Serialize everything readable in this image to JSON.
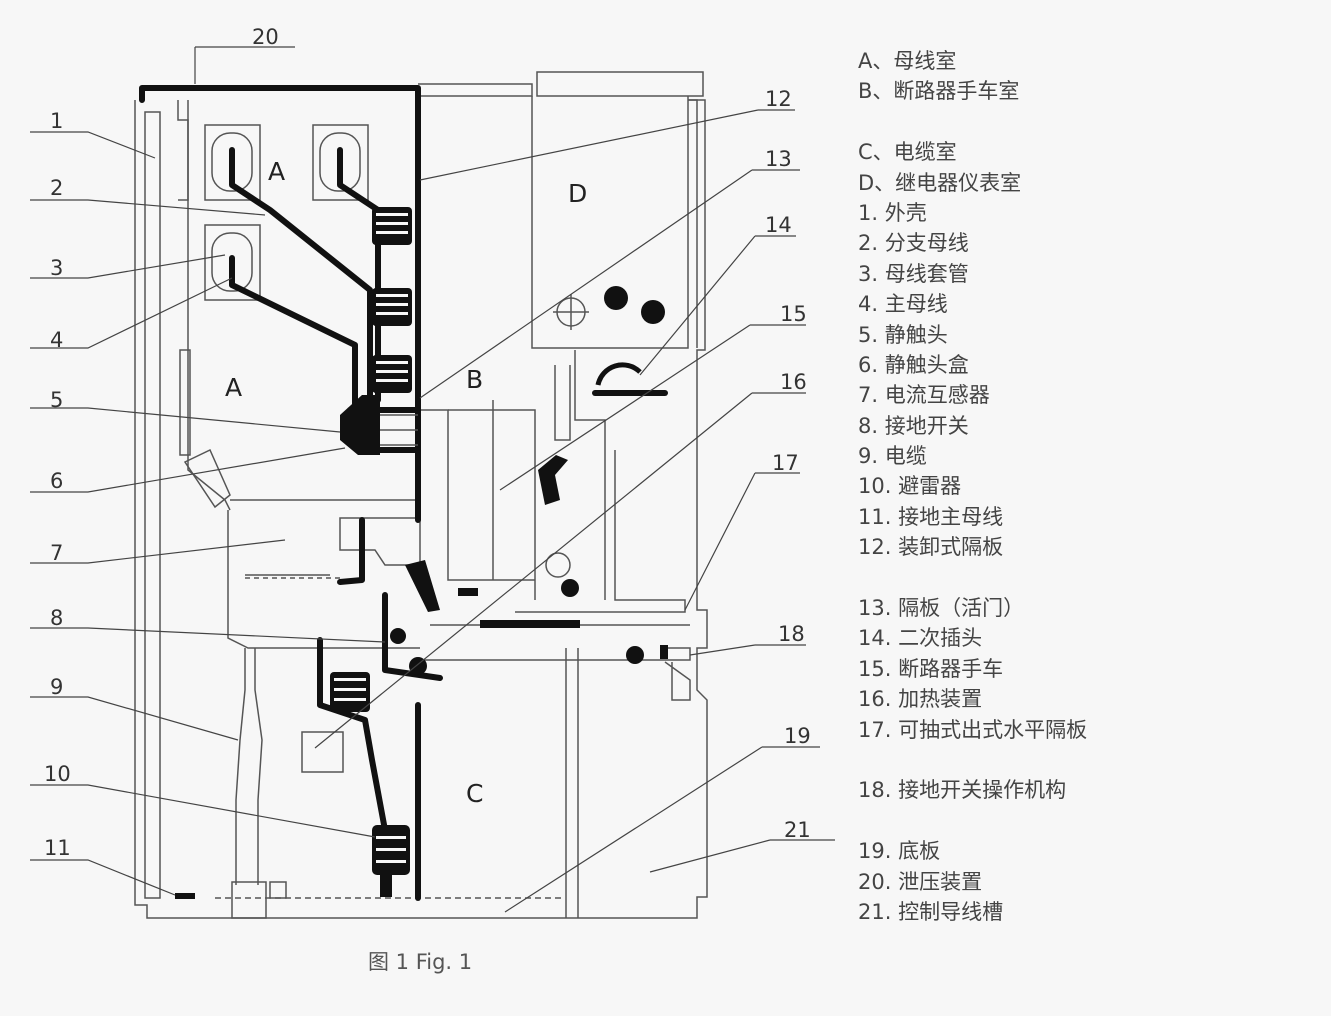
{
  "legend": [
    "A、母线室",
    "B、断路器手车室",
    "",
    "C、电缆室",
    "D、继电器仪表室",
    "1. 外壳",
    "2. 分支母线",
    "3. 母线套管",
    "4. 主母线",
    "5. 静触头",
    "6. 静触头盒",
    "7. 电流互感器",
    "8. 接地开关",
    "9. 电缆",
    "10. 避雷器",
    "11. 接地主母线",
    "12. 装卸式隔板",
    "",
    "13. 隔板（活门）",
    "14. 二次插头",
    "15. 断路器手车",
    "16. 加热装置",
    "17. 可抽式出式水平隔板",
    "",
    "18. 接地开关操作机构",
    "",
    "19. 底板",
    "20. 泄压装置",
    "21. 控制导线槽"
  ],
  "caption": "图 1  Fig. 1",
  "zones": {
    "A_upper": "A",
    "A_lower": "A",
    "B": "B",
    "C": "C",
    "D": "D"
  },
  "callouts": [
    "1",
    "2",
    "3",
    "4",
    "5",
    "6",
    "7",
    "8",
    "9",
    "10",
    "11",
    "12",
    "13",
    "14",
    "15",
    "16",
    "17",
    "18",
    "19",
    "20",
    "21"
  ]
}
